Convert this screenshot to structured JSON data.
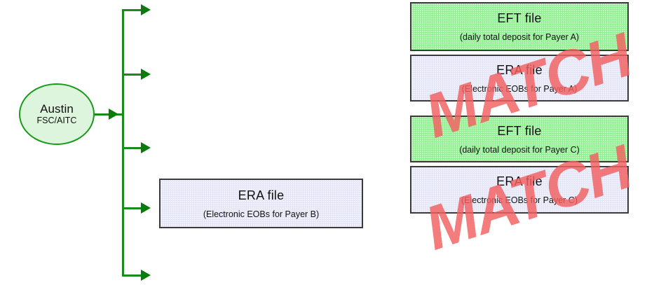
{
  "diagram": {
    "source_node": {
      "title": "Austin",
      "subtitle": "FSC/AITC",
      "shape": "ellipse",
      "fill": "#dcf5dc",
      "stroke": "#1a9a1a"
    },
    "connector": {
      "color": "#1a8a1a",
      "branch_count": 5,
      "inbound_arrow_label": ""
    },
    "watermark": {
      "label": "MATCH",
      "color": "#f26060",
      "count": 2
    },
    "groups": [
      {
        "name": "payer-a-match-group",
        "matched": true,
        "boxes": [
          {
            "title": "EFT file",
            "subtitle": "(daily total deposit for Payer A)",
            "fill": "#8ef08e",
            "kind": "eft"
          },
          {
            "title": "ERA file",
            "subtitle": "(Electronic EOBs for Payer A)",
            "fill": "#e4e4f7",
            "kind": "era"
          }
        ]
      },
      {
        "name": "payer-b-unmatched",
        "matched": false,
        "boxes": [
          {
            "title": "ERA file",
            "subtitle": "(Electronic EOBs for Payer B)",
            "fill": "#e4e4f7",
            "kind": "era"
          }
        ]
      },
      {
        "name": "payer-c-match-group",
        "matched": true,
        "boxes": [
          {
            "title": "EFT file",
            "subtitle": "(daily total deposit for Payer C)",
            "fill": "#8ef08e",
            "kind": "eft"
          },
          {
            "title": "ERA file",
            "subtitle": "(Electronic EOBs for Payer C)",
            "fill": "#e4e4f7",
            "kind": "era"
          }
        ]
      }
    ]
  }
}
